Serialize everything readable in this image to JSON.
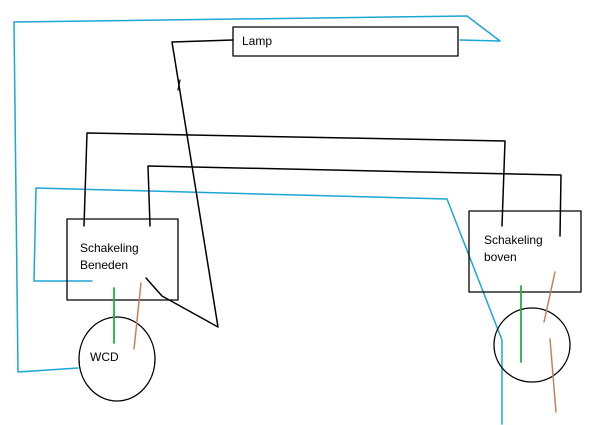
{
  "labels": {
    "lamp": "Lamp",
    "switch_downstairs": "Schakeling Beneden",
    "switch_upstairs": "Schakeling boven",
    "socket": "WCD"
  },
  "colors": {
    "phase_wire": "#1ba6d6",
    "switch_wires": "#000000",
    "earth_wire": "#20b23a",
    "neutral_wire": "#c8805a"
  }
}
